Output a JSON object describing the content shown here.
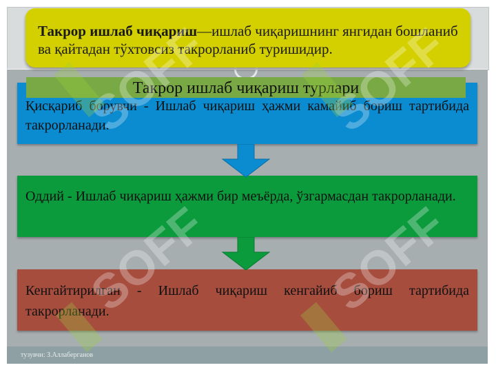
{
  "definition": {
    "term": "Такрор ишлаб чиқариш",
    "dash": "—",
    "text": "ишлаб чиқаришнинг янгидан бошланиб ва қайтадан тўхтовсиз такрорланиб туришидир."
  },
  "section_title": "Такрор ишлаб чиқариш турлари",
  "types": [
    {
      "text": "Қисқариб борувчи - Ишлаб чиқариш ҳажми камайиб бориш тартибида такрорланади."
    },
    {
      "text": "Оддий - Ишлаб чиқариш ҳажми бир меъёрда, ўзгармасдан такрорланади."
    },
    {
      "text": "Кенгайтирилган - Ишлаб чиқариш кенгайиб бориш тартибида такрорланади."
    }
  ],
  "footer": "тузувчи: З.Аллаберганов",
  "watermark": "SOFF",
  "colors": {
    "definition_bg": "#d4d000",
    "title_bar": "#79a944",
    "type1": "#0b8bd0",
    "type2": "#0b9a3c",
    "type3": "#a64d3e",
    "arrow1": "#0b8bd0",
    "arrow2": "#0b9a3c"
  }
}
